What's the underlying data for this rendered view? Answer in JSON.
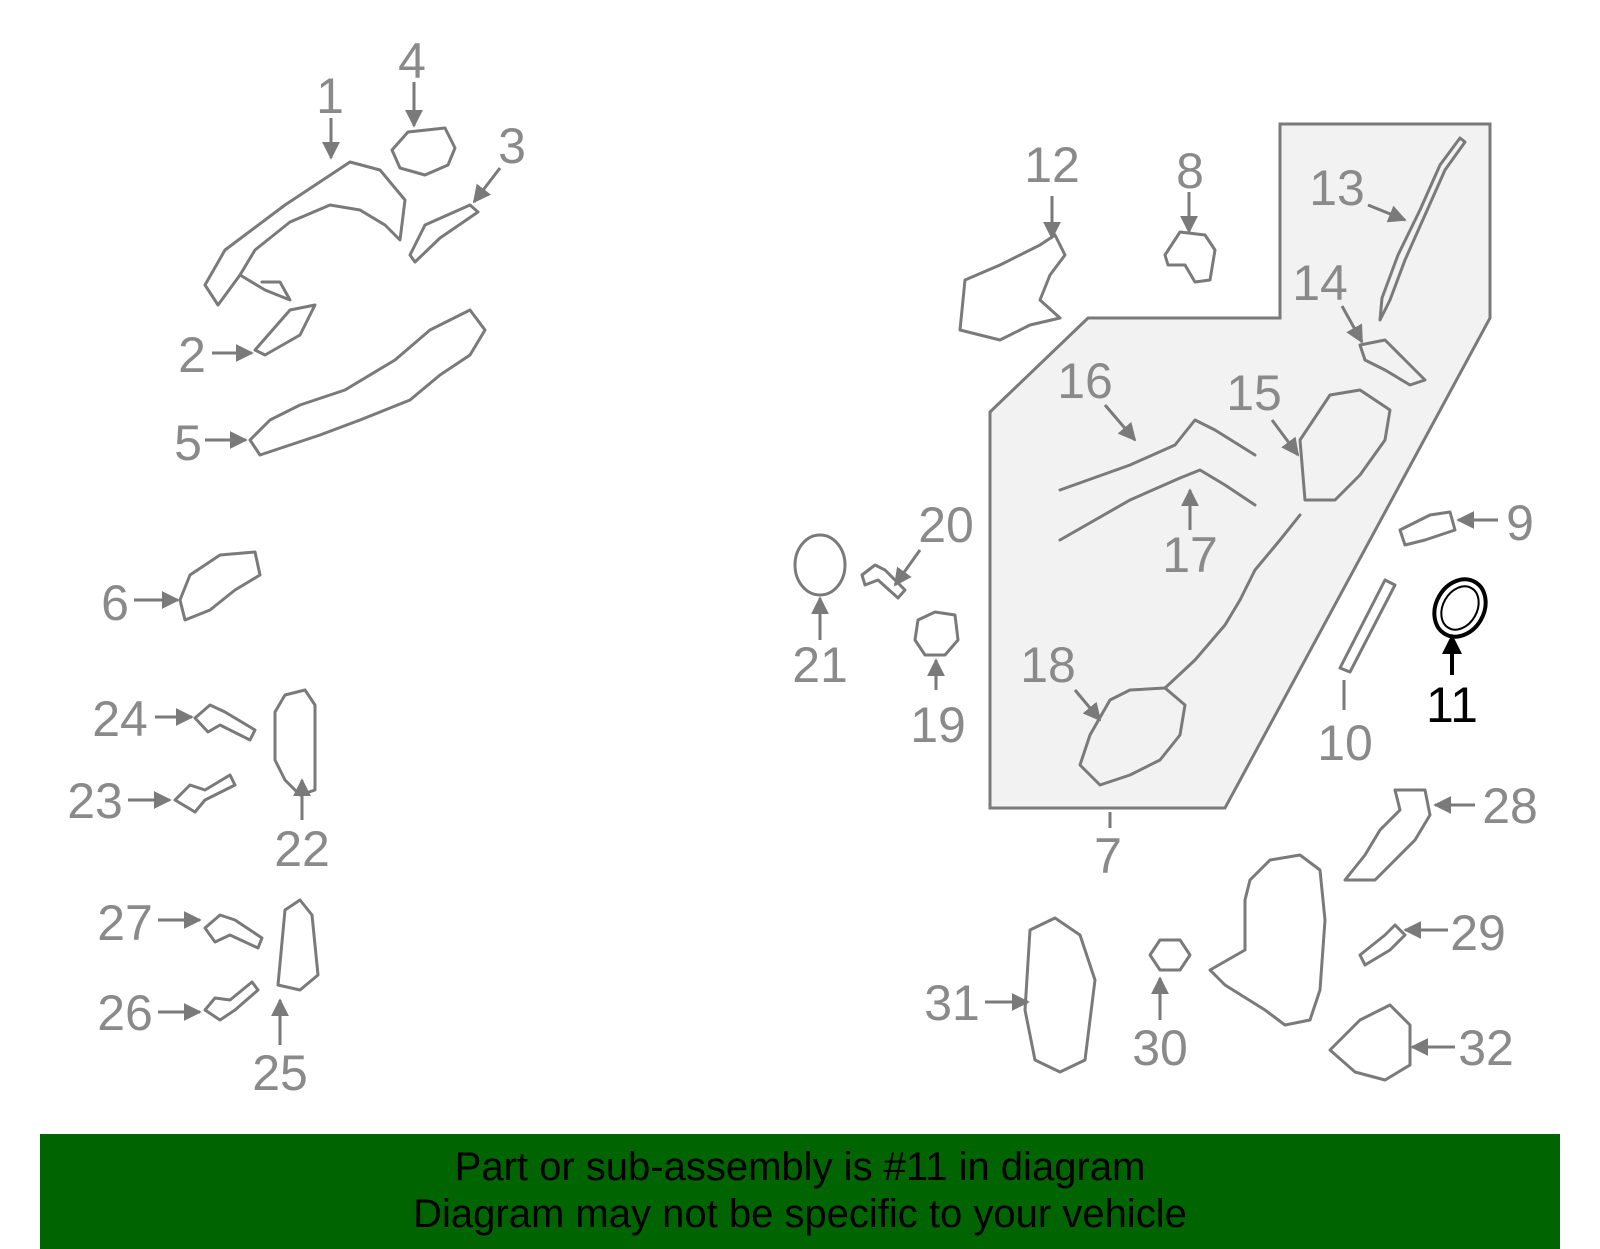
{
  "diagram": {
    "callouts": [
      "1",
      "2",
      "3",
      "4",
      "5",
      "6",
      "7",
      "8",
      "9",
      "10",
      "11",
      "12",
      "13",
      "14",
      "15",
      "16",
      "17",
      "18",
      "19",
      "20",
      "21",
      "22",
      "23",
      "24",
      "25",
      "26",
      "27",
      "28",
      "29",
      "30",
      "31",
      "32"
    ],
    "highlighted_callout": "11",
    "colors": {
      "line": "#7a7a7a",
      "label": "#8a8a8a",
      "highlight": "#000000",
      "assembly_fill": "#f2f2f2",
      "banner": "#006400"
    }
  },
  "banner": {
    "line1": "Part or sub-assembly is #11 in diagram",
    "line2": "Diagram may not be specific to your vehicle"
  }
}
